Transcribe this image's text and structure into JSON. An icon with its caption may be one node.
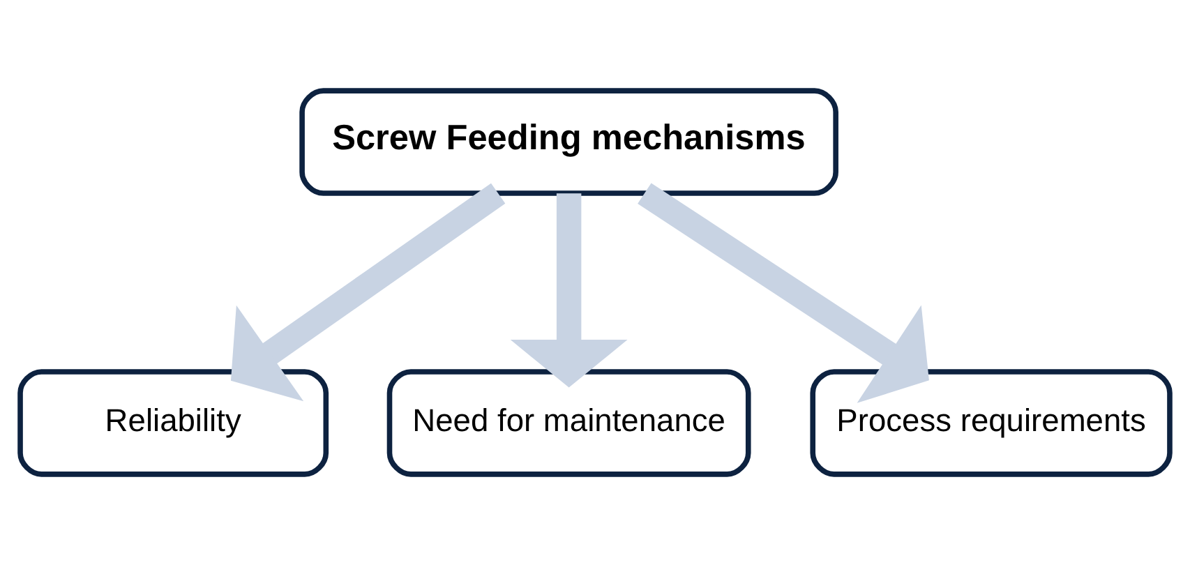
{
  "diagram": {
    "nodes": [
      {
        "text": [
          "Screw Feeding mechanisms"
        ]
      },
      {
        "text": [
          "Reliability"
        ]
      },
      {
        "text": [
          "Need for maintenance"
        ]
      },
      {
        "text": [
          "Process requirements"
        ]
      }
    ],
    "edges": [
      {
        "from": 0,
        "to": 1,
        "arrow": "to"
      },
      {
        "from": 0,
        "to": 2,
        "arrow": "to"
      },
      {
        "from": 0,
        "to": 3,
        "arrow": "to"
      }
    ]
  }
}
